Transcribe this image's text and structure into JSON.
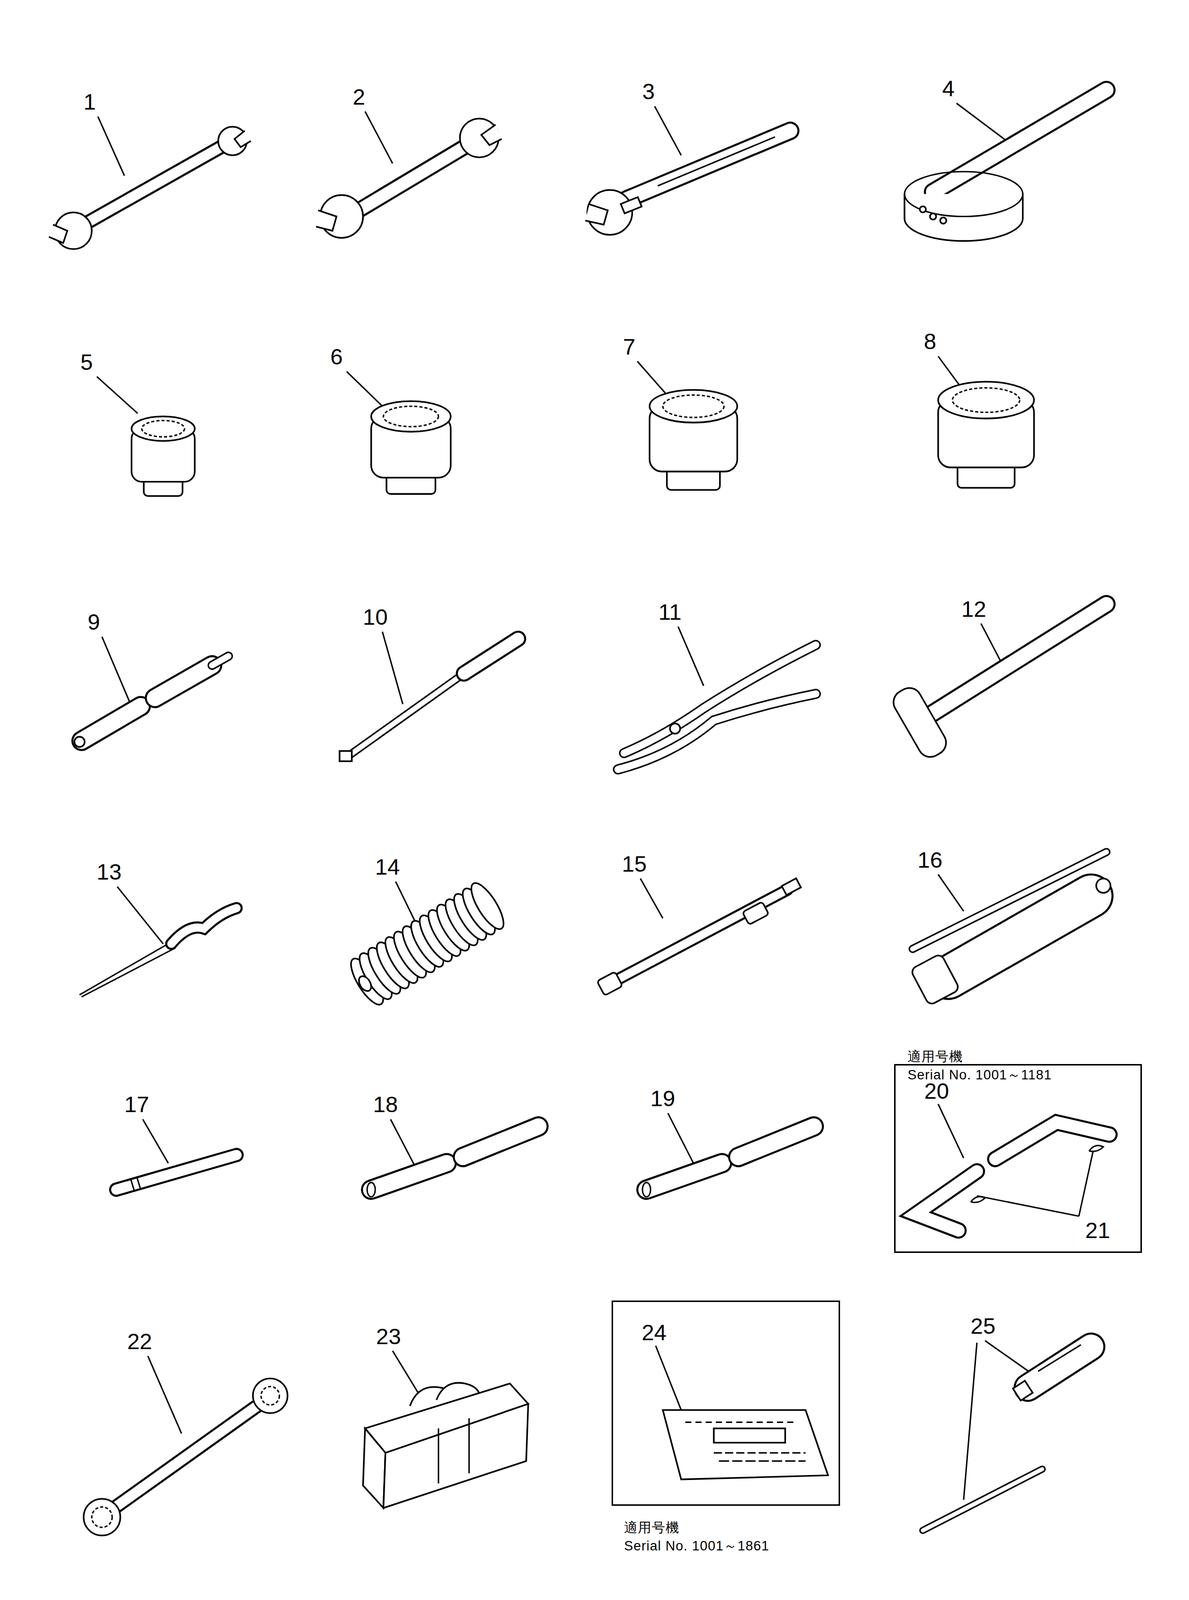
{
  "diagram": {
    "nodes": [
      {
        "text": [
          "20",
          "21"
        ]
      },
      {
        "text": [
          "24"
        ]
      }
    ],
    "labels": [
      "1",
      "2",
      "3",
      "4",
      "5",
      "6",
      "7",
      "8",
      "9",
      "10",
      "11",
      "12",
      "13",
      "14",
      "15",
      "16",
      "適用号機",
      "Serial No. 1001～1181",
      "17",
      "18",
      "19",
      "22",
      "23",
      "適用号機",
      "Serial No. 1001～1861",
      "25"
    ]
  }
}
